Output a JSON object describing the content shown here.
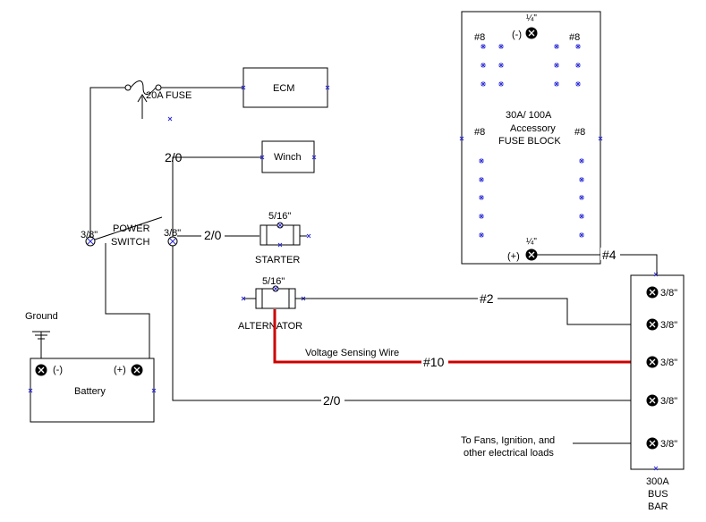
{
  "colors": {
    "wire": "#000000",
    "sense_wire": "#cc0000",
    "connector_mark": "#2b2bd6"
  },
  "labels": {
    "ground": "Ground",
    "battery": "Battery",
    "battery_neg": "(-)",
    "battery_pos": "(+)",
    "fuse": "20A FUSE",
    "ecm": "ECM",
    "winch": "Winch",
    "power_switch_line1": "POWER",
    "power_switch_line2": "SWITCH",
    "switch_left_size": "3/8\"",
    "switch_right_size": "3/8\"",
    "winch_wire": "2/0",
    "starter_wire": "2/0",
    "starter_stud": "5/16\"",
    "starter": "STARTER",
    "alternator_stud": "5/16\"",
    "alternator": "ALTERNATOR",
    "alt_to_bus_wire": "#2",
    "voltage_sensing": "Voltage Sensing Wire",
    "sense_gauge": "#10",
    "battery_to_bus_wire": "2/0",
    "loads_line1": "To Fans, Ignition, and",
    "loads_line2": "other electrical loads",
    "bus_line1": "300A",
    "bus_line2": "BUS",
    "bus_line3": "BAR",
    "bus_stud_1": "3/8\"",
    "bus_stud_2": "3/8\"",
    "bus_stud_3": "3/8\"",
    "bus_stud_4": "3/8\"",
    "bus_stud_5": "3/8\"",
    "fuse_block_line1": "30A/ 100A",
    "fuse_block_line2": "Accessory",
    "fuse_block_line3": "FUSE BLOCK",
    "fb_neg_size": "¼\"",
    "fb_neg": "(-)",
    "fb_pos_size": "¼\"",
    "fb_pos": "(+)",
    "fb_left_top_size": "#8",
    "fb_right_top_size": "#8",
    "fb_left_mid_size": "#8",
    "fb_right_mid_size": "#8",
    "fb_feed_wire": "#4"
  }
}
